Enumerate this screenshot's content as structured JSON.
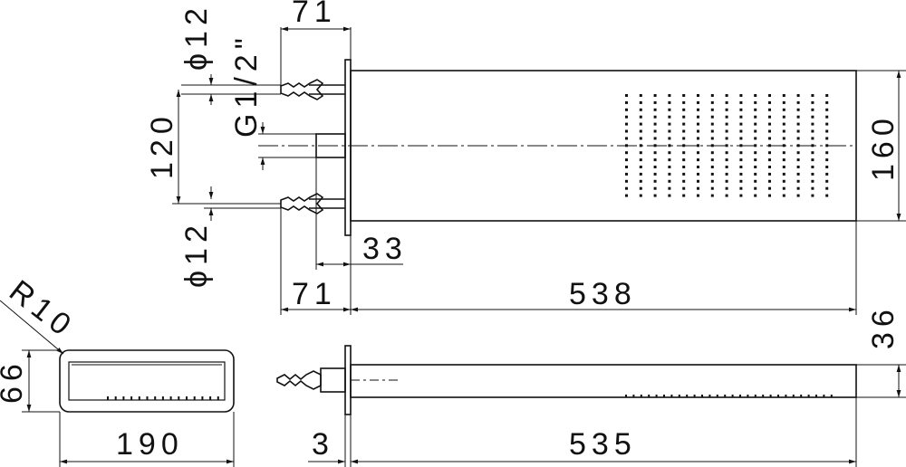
{
  "dimensions": {
    "top_stub": "71",
    "dia_upper": "ϕ12",
    "thread": "G1/2\"",
    "spacing": "120",
    "dia_lower": "ϕ12",
    "depth_small": "33",
    "stub_bottom": "71",
    "length_top": "538",
    "height_plate": "160",
    "radius": "R10",
    "section_height": "66",
    "section_width": "190",
    "flange_thickness": "3",
    "length_side": "535",
    "side_height": "36"
  }
}
